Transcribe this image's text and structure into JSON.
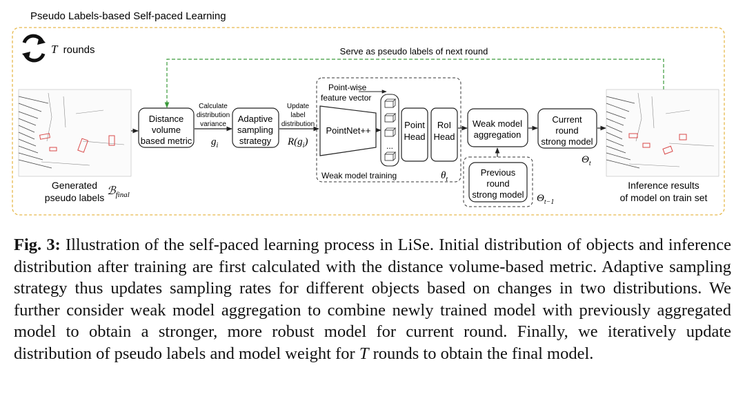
{
  "diagram": {
    "frame_title": "Pseudo Labels-based Self-paced Learning",
    "rounds_var": "T",
    "rounds_label": "rounds",
    "feedback_label": "Serve as pseudo labels of next round",
    "generated_label_1": "Generated",
    "generated_label_2": "pseudo labels",
    "b_final_main": "ℬ",
    "b_final_sub": "final",
    "distance_box": [
      "Distance",
      "volume",
      "based metric"
    ],
    "calc_label": [
      "Calculate",
      "distribution",
      "variance"
    ],
    "g_var": "g",
    "g_sub": "i",
    "adaptive_box": [
      "Adaptive",
      "sampling",
      "strategy"
    ],
    "update_label": [
      "Update",
      "label",
      "distribution"
    ],
    "r_expr_main": "R(g",
    "r_expr_sub": "i",
    "r_expr_close": ")",
    "pointwise_label": [
      "Point-wise",
      "feature vector"
    ],
    "pointnet_label": "PointNet++",
    "stack_ellipsis": "...",
    "point_head": [
      "Point",
      "Head"
    ],
    "roi_head": [
      "RoI",
      "Head"
    ],
    "weak_training_label": "Weak model training",
    "theta_t_main": "θ",
    "theta_t_sub": "t",
    "aggregation_box": [
      "Weak model",
      "aggregation"
    ],
    "previous_box": [
      "Previous",
      "round",
      "strong model"
    ],
    "Theta_prev_main": "Θ",
    "Theta_prev_sub": "t−1",
    "current_box": [
      "Current",
      "round",
      "strong model"
    ],
    "Theta_t_main": "Θ",
    "Theta_t_sub": "t",
    "inference_label_1": "Inference results",
    "inference_label_2": "of model on train set",
    "colors": {
      "frame": "#e6b84a",
      "feedback": "#3a9a3a",
      "box_border": "#222222",
      "lidar_box": "#d94a4a"
    },
    "icons": [
      "refresh-cycle-icon",
      "lidar-scan-image"
    ]
  },
  "caption": {
    "label": "Fig. 3:",
    "text_before_T": " Illustration of the self-paced learning process in LiSe. Initial distribution of objects and inference distribution after training are first calculated with the distance volume-based metric. Adaptive sampling strategy thus updates sampling rates for different objects based on changes in two distributions. We further consider weak model aggregation to combine newly trained model with previously aggregated model to obtain a stronger, more robust model for current round. Finally, we iteratively update distribution of pseudo labels and model weight for ",
    "T": "T",
    "text_after_T": " rounds to obtain the final model."
  }
}
